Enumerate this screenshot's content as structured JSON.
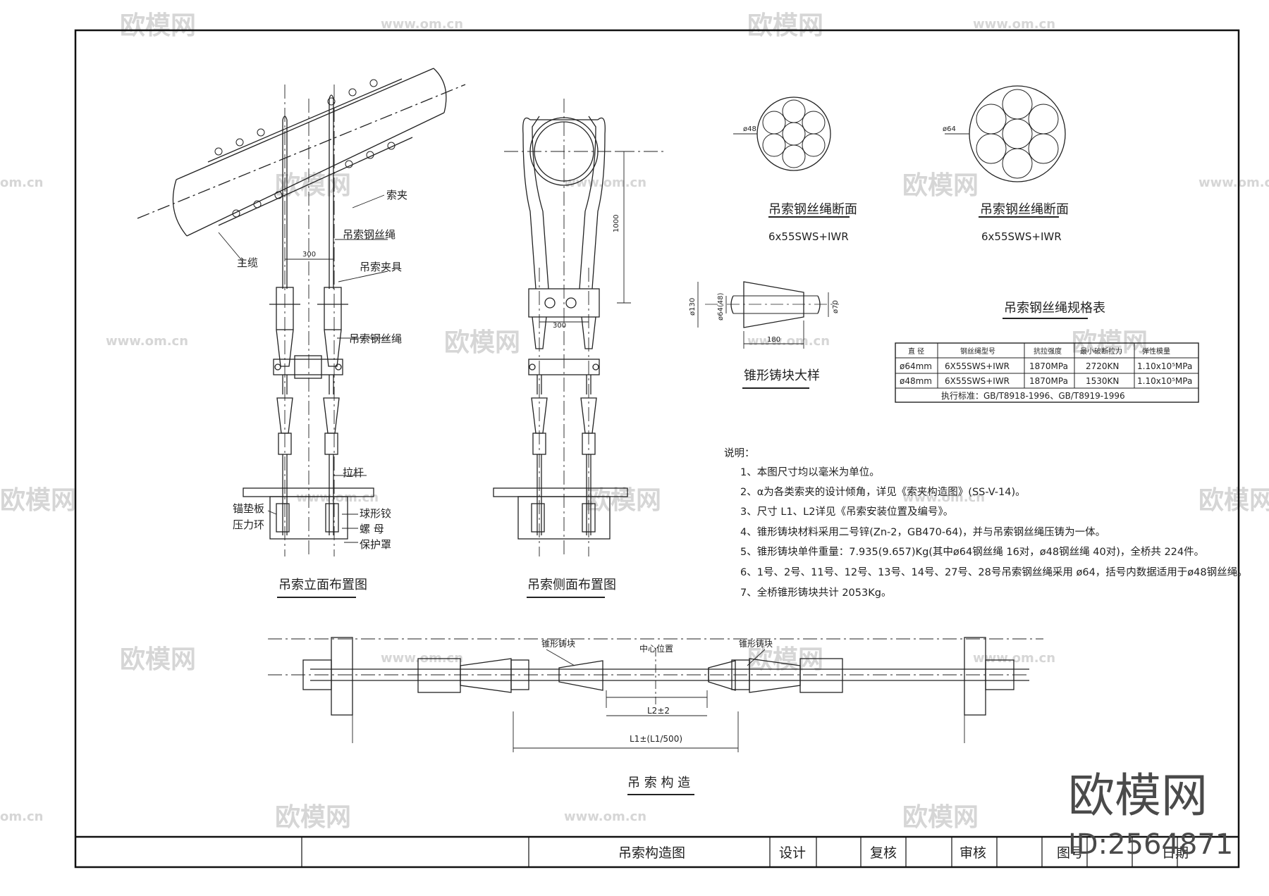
{
  "elevation_view": {
    "title": "吊索立面布置图",
    "labels": {
      "clamp": "索夹",
      "main_cable": "主缆",
      "hanger_rope_top": "吊索钢丝绳",
      "hanger_clamp": "吊索夹具",
      "hanger_rope_mid": "吊索钢丝绳",
      "tie_rod": "拉杆",
      "anchor_plate": "锚垫板",
      "pressure_ring": "压力环",
      "spherical_hinge": "球形铰",
      "nut": "螺 母",
      "protective_cap": "保护罩"
    },
    "dim_spacing": "300"
  },
  "side_view": {
    "title": "吊索侧面布置图",
    "dim_height": "1000",
    "dim_spacing": "300"
  },
  "sections": [
    {
      "diameter": "ø48",
      "title": "吊索钢丝绳断面",
      "spec": "6x55SWS+IWR"
    },
    {
      "diameter": "ø64",
      "title": "吊索钢丝绳断面",
      "spec": "6x55SWS+IWR"
    }
  ],
  "cone_detail": {
    "title": "锥形铸块大样",
    "dims": {
      "d_outer": "ø130",
      "d_inner": "ø64(48)",
      "d_small": "ø70",
      "length": "180"
    }
  },
  "spec_table": {
    "title": "吊索钢丝绳规格表",
    "headers": [
      "直 径",
      "钢丝绳型号",
      "抗拉强度",
      "最小破断拉力",
      "弹性模量"
    ],
    "rows": [
      [
        "ø64mm",
        "6X55SWS+IWR",
        "1870MPa",
        "2720KN",
        "1.10x10⁵MPa"
      ],
      [
        "ø48mm",
        "6X55SWS+IWR",
        "1870MPa",
        "1530KN",
        "1.10x10⁵MPa"
      ]
    ],
    "standard": "执行标准：GB/T8918-1996、GB/T8919-1996"
  },
  "notes": {
    "heading": "说明：",
    "items": [
      "1、本图尺寸均以毫米为单位。",
      "2、α为各类索夹的设计倾角，详见《索夹构造图》(SS-V-14)。",
      "3、尺寸 L1、L2详见《吊索安装位置及编号》。",
      "4、锥形铸块材料采用二号锌(Zn-2，GB470-64)，并与吊索钢丝绳压铸为一体。",
      "5、锥形铸块单件重量：7.935(9.657)Kg(其中ø64钢丝绳 16对，ø48钢丝绳 40对)，全桥共 224件。",
      "6、1号、2号、11号、12号、13号、14号、27号、28号吊索钢丝绳采用 ø64，括号内数据适用于ø48钢丝绳。",
      "7、全桥锥形铸块共计 2053Kg。"
    ]
  },
  "construction": {
    "title": "吊 索 构 造",
    "label_cone_left": "锥形铸块",
    "label_center": "中心位置",
    "label_cone_right": "锥形铸块",
    "dim_l2": "L2±2",
    "dim_l1": "L1±(L1/500)"
  },
  "title_block": {
    "drawing_name": "吊索构造图",
    "design": "设计",
    "review": "复核",
    "approve": "审核",
    "drawing_no": "图号",
    "date": "日期"
  },
  "watermark": {
    "brand": "欧模网",
    "url": "www.om.cn",
    "url_short": "om.cn",
    "logo": "欧模网",
    "id": "ID:2564871"
  }
}
